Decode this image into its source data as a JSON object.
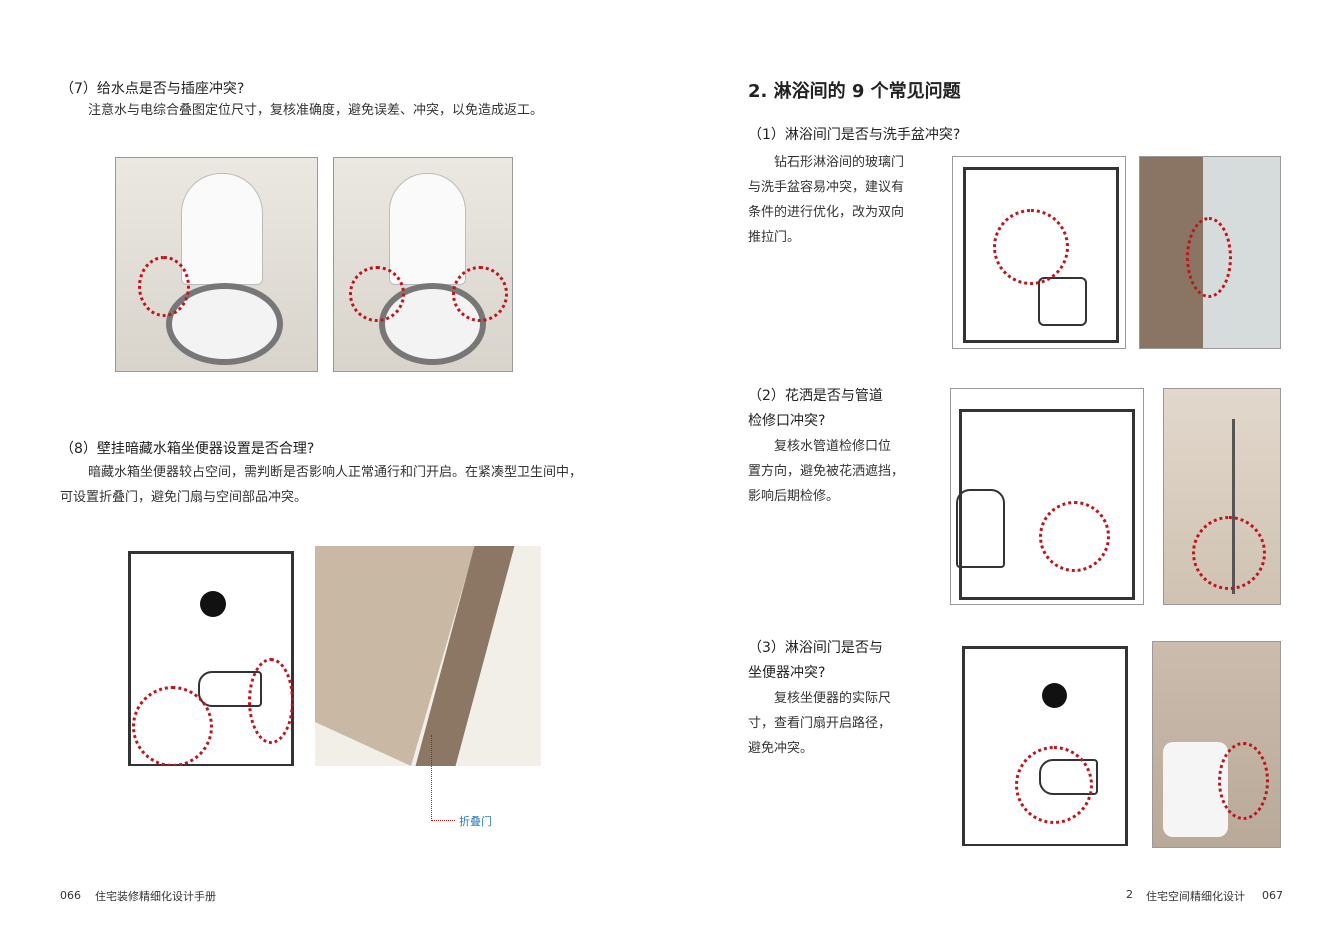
{
  "left": {
    "q7": {
      "title": "（7）给水点是否与插座冲突?",
      "body": "注意水与电综合叠图定位尺寸，复核准确度，避免误差、冲突，以免造成返工。"
    },
    "q8": {
      "title": "（8）壁挂暗藏水箱坐便器设置是否合理?",
      "body1": "暗藏水箱坐便器较占空间，需判断是否影响人正常通行和门开启。在紧凑型卫生间中，",
      "body2": "可设置折叠门，避免门扇与空间部品冲突。"
    },
    "callout": "折叠门",
    "footer": {
      "page": "066",
      "title": "住宅装修精细化设计手册"
    }
  },
  "right": {
    "heading": "2. 淋浴间的 9 个常见问题",
    "q1": {
      "title": "（1）淋浴间门是否与洗手盆冲突?",
      "lines": [
        "钻石形淋浴间的玻璃门",
        "与洗手盆容易冲突，建议有",
        "条件的进行优化，改为双向",
        "推拉门。"
      ]
    },
    "q2": {
      "title_lines": [
        "（2）花洒是否与管道",
        "检修口冲突?"
      ],
      "lines": [
        "复核水管道检修口位",
        "置方向，避免被花洒遮挡，",
        "影响后期检修。"
      ]
    },
    "q3": {
      "title_lines": [
        "（3）淋浴间门是否与",
        "坐便器冲突?"
      ],
      "lines": [
        "复核坐便器的实际尺",
        "寸，查看门扇开启路径，",
        "避免冲突。"
      ]
    },
    "footer": {
      "chapter": "2",
      "title": "住宅空间精细化设计",
      "page": "067"
    }
  },
  "colors": {
    "highlight": "#c0141c",
    "callout": "#2a7ab8"
  }
}
